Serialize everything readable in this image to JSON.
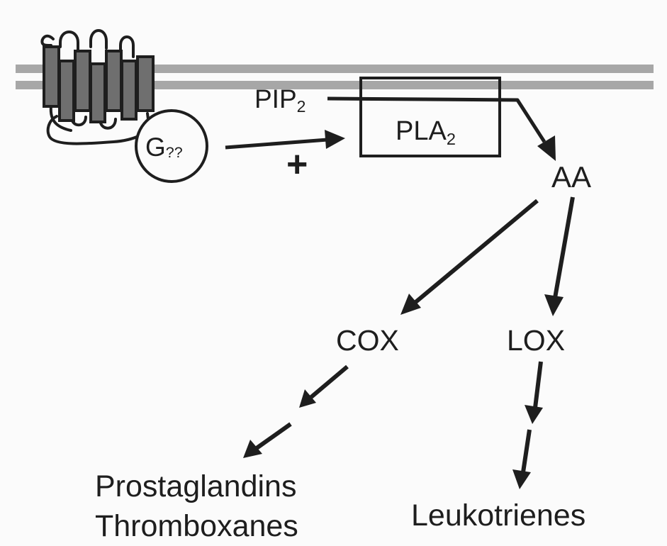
{
  "diagram": {
    "pip": {
      "main": "PIP",
      "sub": "2"
    },
    "pla": {
      "main": "PLA",
      "sub": "2"
    },
    "g_protein": {
      "main": "G",
      "sub": "??"
    },
    "activation_symbol": "+",
    "aa": "AA",
    "cox": "COX",
    "lox": "LOX",
    "cox_products": [
      "Prostaglandins",
      "Thromboxanes"
    ],
    "lox_products": [
      "Leukotrienes"
    ]
  },
  "colors": {
    "ink": "#1e1e1e",
    "membrane": "#a7a7a7",
    "receptor": "#6f6f6f",
    "background": "#fbfbfb"
  }
}
